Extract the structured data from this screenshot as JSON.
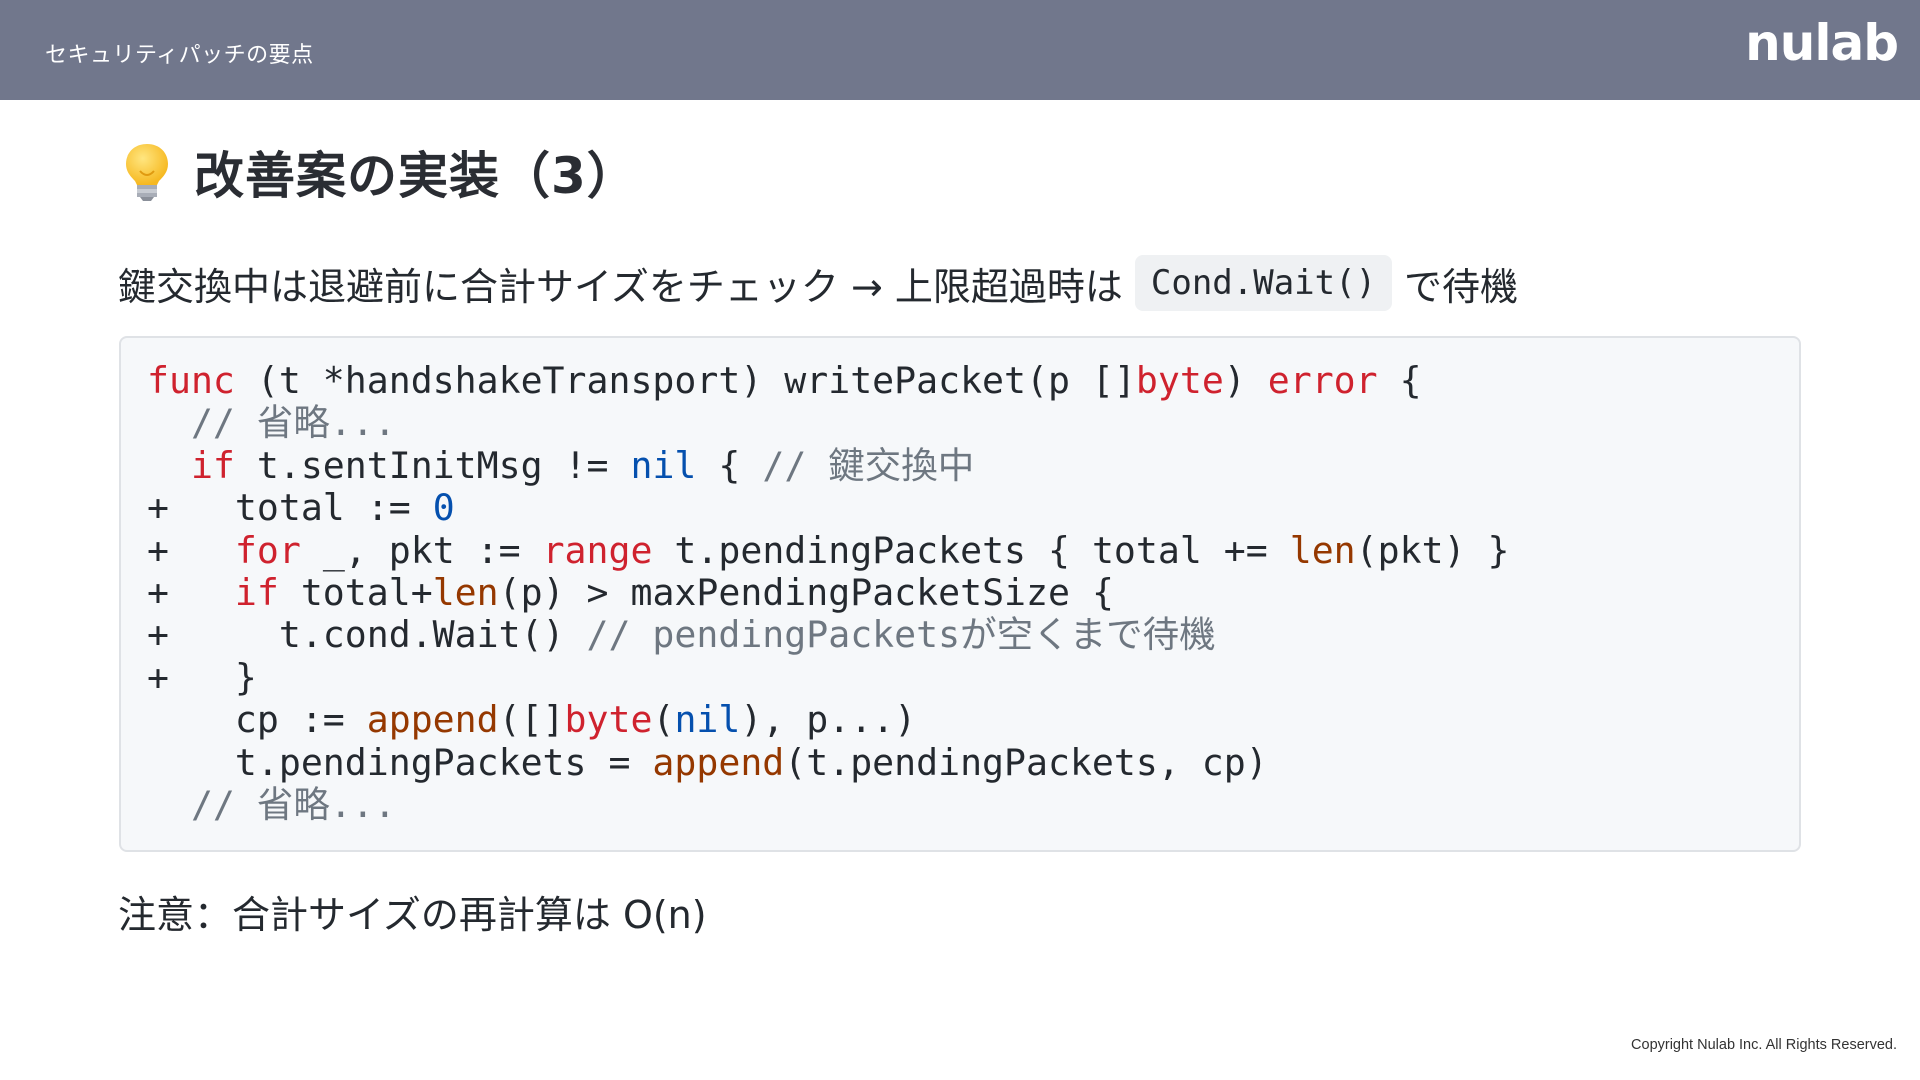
{
  "header": {
    "title": "セキュリティパッチの要点",
    "logo_text": "nulab"
  },
  "slide": {
    "icon": "lightbulb-icon",
    "title": "改善案の実装（3）"
  },
  "lead": {
    "text_before": "鍵交換中は退避前に合計サイズをチェック → 上限超過時は",
    "inline_code": "Cond.Wait()",
    "text_after": "で待機"
  },
  "code": {
    "language": "go",
    "lines": [
      [
        {
          "t": "kw",
          "v": "func"
        },
        {
          "t": "",
          "v": " (t *handshakeTransport) writePacket(p []"
        },
        {
          "t": "kw",
          "v": "byte"
        },
        {
          "t": "",
          "v": ") "
        },
        {
          "t": "kw",
          "v": "error"
        },
        {
          "t": "",
          "v": " {"
        }
      ],
      [
        {
          "t": "",
          "v": "  "
        },
        {
          "t": "cm",
          "v": "// 省略..."
        }
      ],
      [
        {
          "t": "",
          "v": "  "
        },
        {
          "t": "kw",
          "v": "if"
        },
        {
          "t": "",
          "v": " t.sentInitMsg != "
        },
        {
          "t": "nl",
          "v": "nil"
        },
        {
          "t": "",
          "v": " { "
        },
        {
          "t": "cm",
          "v": "// 鍵交換中"
        }
      ],
      [
        {
          "t": "",
          "v": "+   total := "
        },
        {
          "t": "nl",
          "v": "0"
        }
      ],
      [
        {
          "t": "",
          "v": "+   "
        },
        {
          "t": "kw",
          "v": "for"
        },
        {
          "t": "",
          "v": " _, pkt := "
        },
        {
          "t": "kw",
          "v": "range"
        },
        {
          "t": "",
          "v": " t.pendingPackets { total += "
        },
        {
          "t": "bi",
          "v": "len"
        },
        {
          "t": "",
          "v": "(pkt) }"
        }
      ],
      [
        {
          "t": "",
          "v": "+   "
        },
        {
          "t": "kw",
          "v": "if"
        },
        {
          "t": "",
          "v": " total+"
        },
        {
          "t": "bi",
          "v": "len"
        },
        {
          "t": "",
          "v": "(p) > maxPendingPacketSize {"
        }
      ],
      [
        {
          "t": "",
          "v": "+     t.cond.Wait() "
        },
        {
          "t": "cm",
          "v": "// pendingPacketsが空くまで待機"
        }
      ],
      [
        {
          "t": "",
          "v": "+   }"
        }
      ],
      [
        {
          "t": "",
          "v": "    cp := "
        },
        {
          "t": "bi",
          "v": "append"
        },
        {
          "t": "",
          "v": "([]"
        },
        {
          "t": "kw",
          "v": "byte"
        },
        {
          "t": "",
          "v": "("
        },
        {
          "t": "nl",
          "v": "nil"
        },
        {
          "t": "",
          "v": "), p...)"
        }
      ],
      [
        {
          "t": "",
          "v": "    t.pendingPackets = "
        },
        {
          "t": "bi",
          "v": "append"
        },
        {
          "t": "",
          "v": "(t.pendingPackets, cp)"
        }
      ],
      [
        {
          "t": "",
          "v": "  "
        },
        {
          "t": "cm",
          "v": "// 省略..."
        }
      ]
    ]
  },
  "note": "注意：合計サイズの再計算は O(n)",
  "footer": {
    "copyright": "Copyright  Nulab Inc. All Rights Reserved."
  }
}
